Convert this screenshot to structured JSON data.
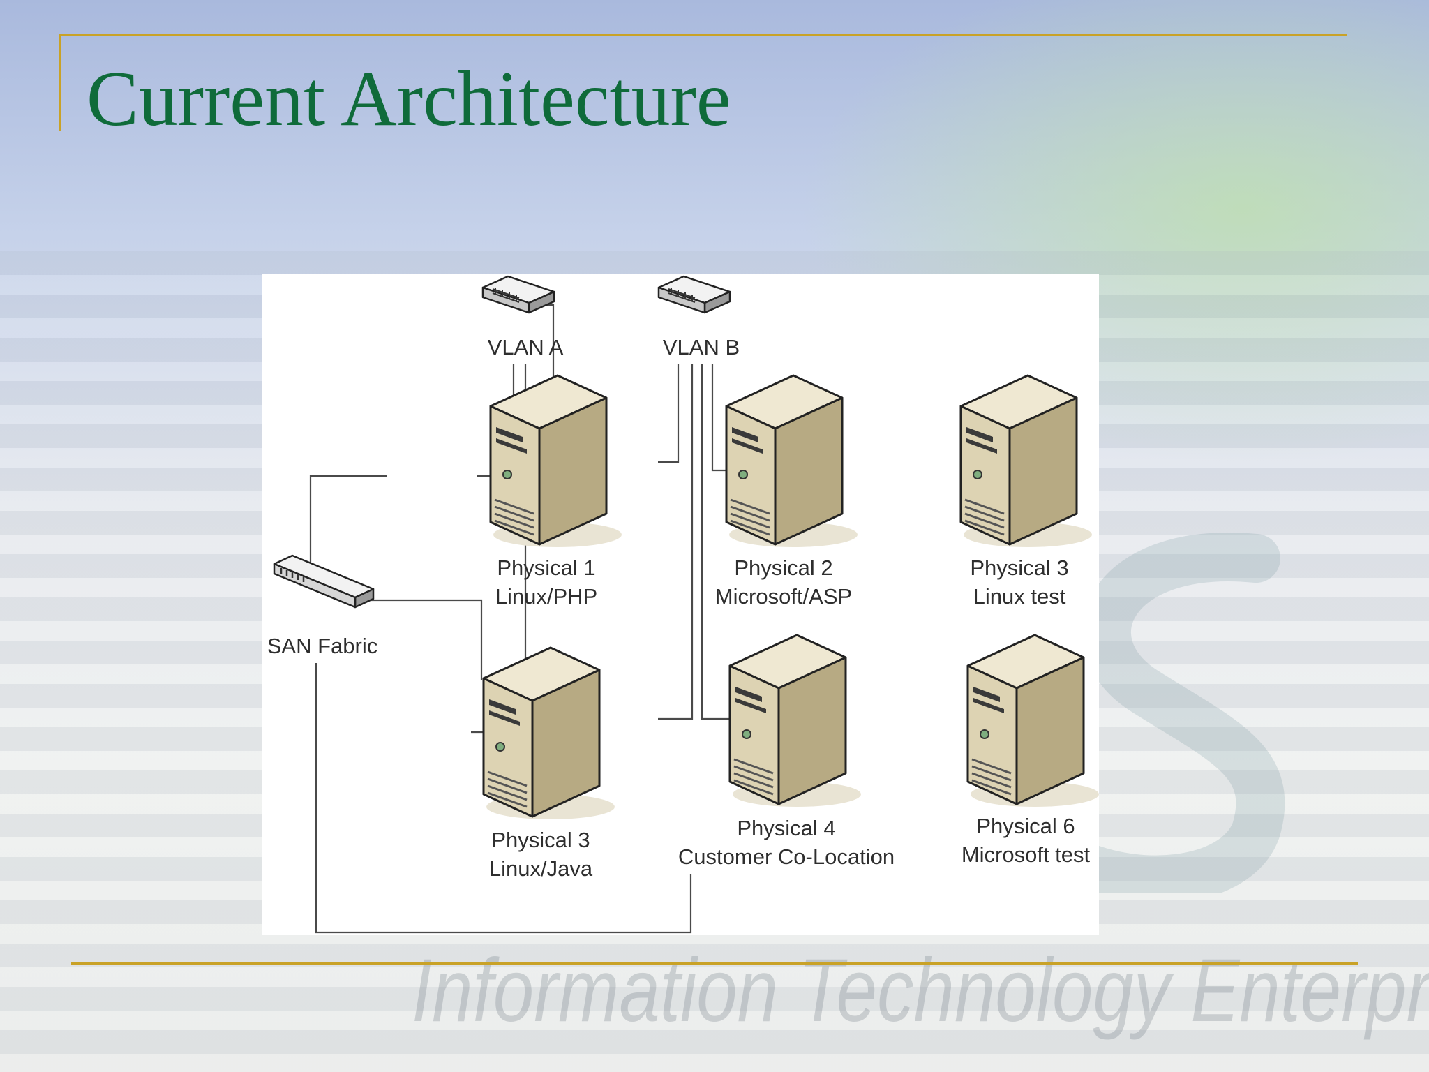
{
  "slide": {
    "title": "Current Architecture",
    "watermark_text": "Information Technology Enterprise"
  },
  "diagram": {
    "switches": [
      {
        "id": "vlan-a",
        "label": "VLAN A"
      },
      {
        "id": "vlan-b",
        "label": "VLAN B"
      },
      {
        "id": "san",
        "label": "SAN Fabric"
      }
    ],
    "servers": [
      {
        "id": "p1",
        "line1": "Physical 1",
        "line2": "Linux/PHP"
      },
      {
        "id": "p2",
        "line1": "Physical 2",
        "line2": "Microsoft/ASP"
      },
      {
        "id": "p3t",
        "line1": "Physical 3",
        "line2": "Linux test"
      },
      {
        "id": "p3j",
        "line1": "Physical 3",
        "line2": "Linux/Java"
      },
      {
        "id": "p4",
        "line1": "Physical 4",
        "line2": "Customer Co-Location"
      },
      {
        "id": "p6",
        "line1": "Physical 6",
        "line2": "Microsoft test"
      }
    ]
  },
  "colors": {
    "title": "#0f6b3a",
    "rule": "#c9a227",
    "server_front": "#ddd3b3",
    "server_side": "#b7aa83",
    "server_top": "#efe8d2"
  }
}
